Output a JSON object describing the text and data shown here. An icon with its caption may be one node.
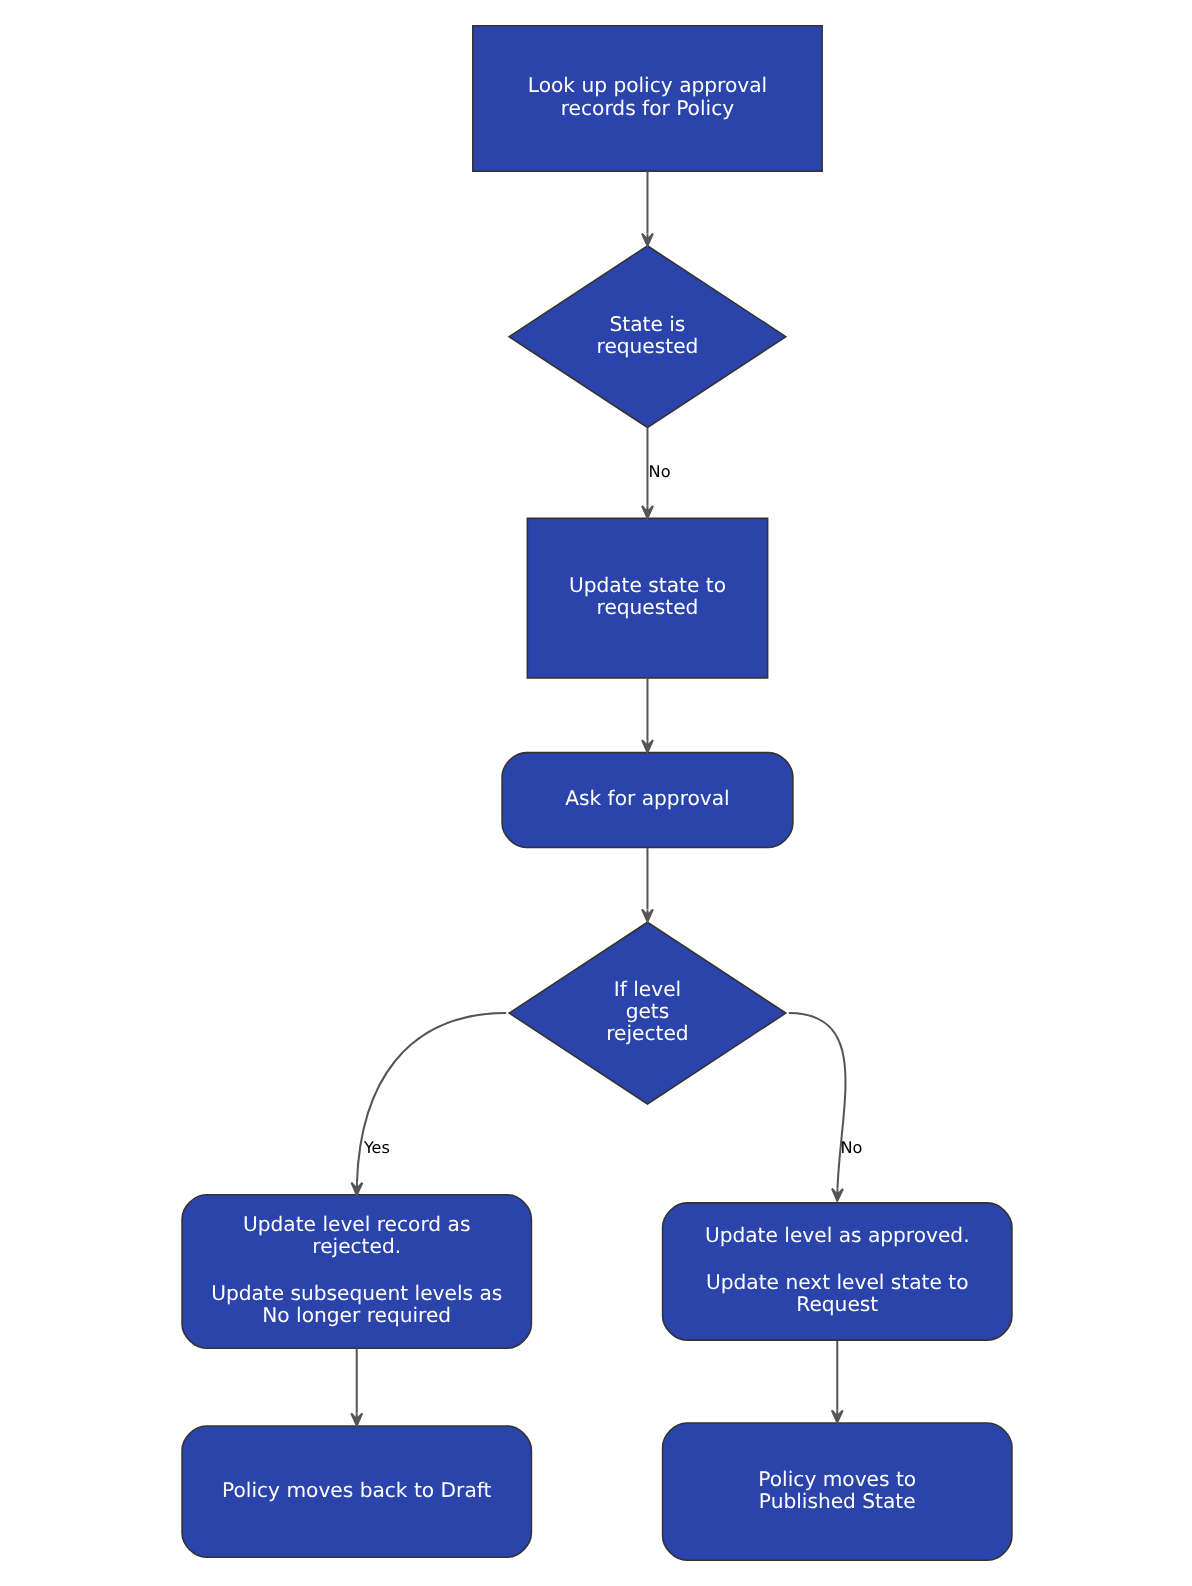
{
  "diagram": {
    "nodes": [
      {
        "text": [
          "Look up policy approval records for Policy"
        ]
      },
      {
        "text": [
          "State is requested"
        ]
      },
      {
        "text": [
          "Update state to requested"
        ]
      },
      {
        "text": [
          "Ask for approval"
        ]
      },
      {
        "text": [
          "If level gets rejected"
        ]
      },
      {
        "text": [
          "Update level record as rejected.",
          "Update subsequent levels as No longer required"
        ]
      },
      {
        "text": [
          "Update level as approved.",
          "Update next level state to Request"
        ]
      },
      {
        "text": [
          "Policy moves back to Draft"
        ]
      },
      {
        "text": [
          "Policy moves to Published State"
        ]
      }
    ],
    "edges": [
      {
        "from": 0,
        "to": 1,
        "arrow": "to"
      },
      {
        "from": 1,
        "to": 2,
        "arrow": "to",
        "label": "No"
      },
      {
        "from": 2,
        "to": 3,
        "arrow": "to"
      },
      {
        "from": 3,
        "to": 4,
        "arrow": "to"
      },
      {
        "from": 4,
        "to": 5,
        "arrow": "to",
        "label": "Yes"
      },
      {
        "from": 4,
        "to": 6,
        "arrow": "to",
        "label": "No"
      },
      {
        "from": 5,
        "to": 7,
        "arrow": "to"
      },
      {
        "from": 6,
        "to": 8,
        "arrow": "to"
      }
    ]
  }
}
